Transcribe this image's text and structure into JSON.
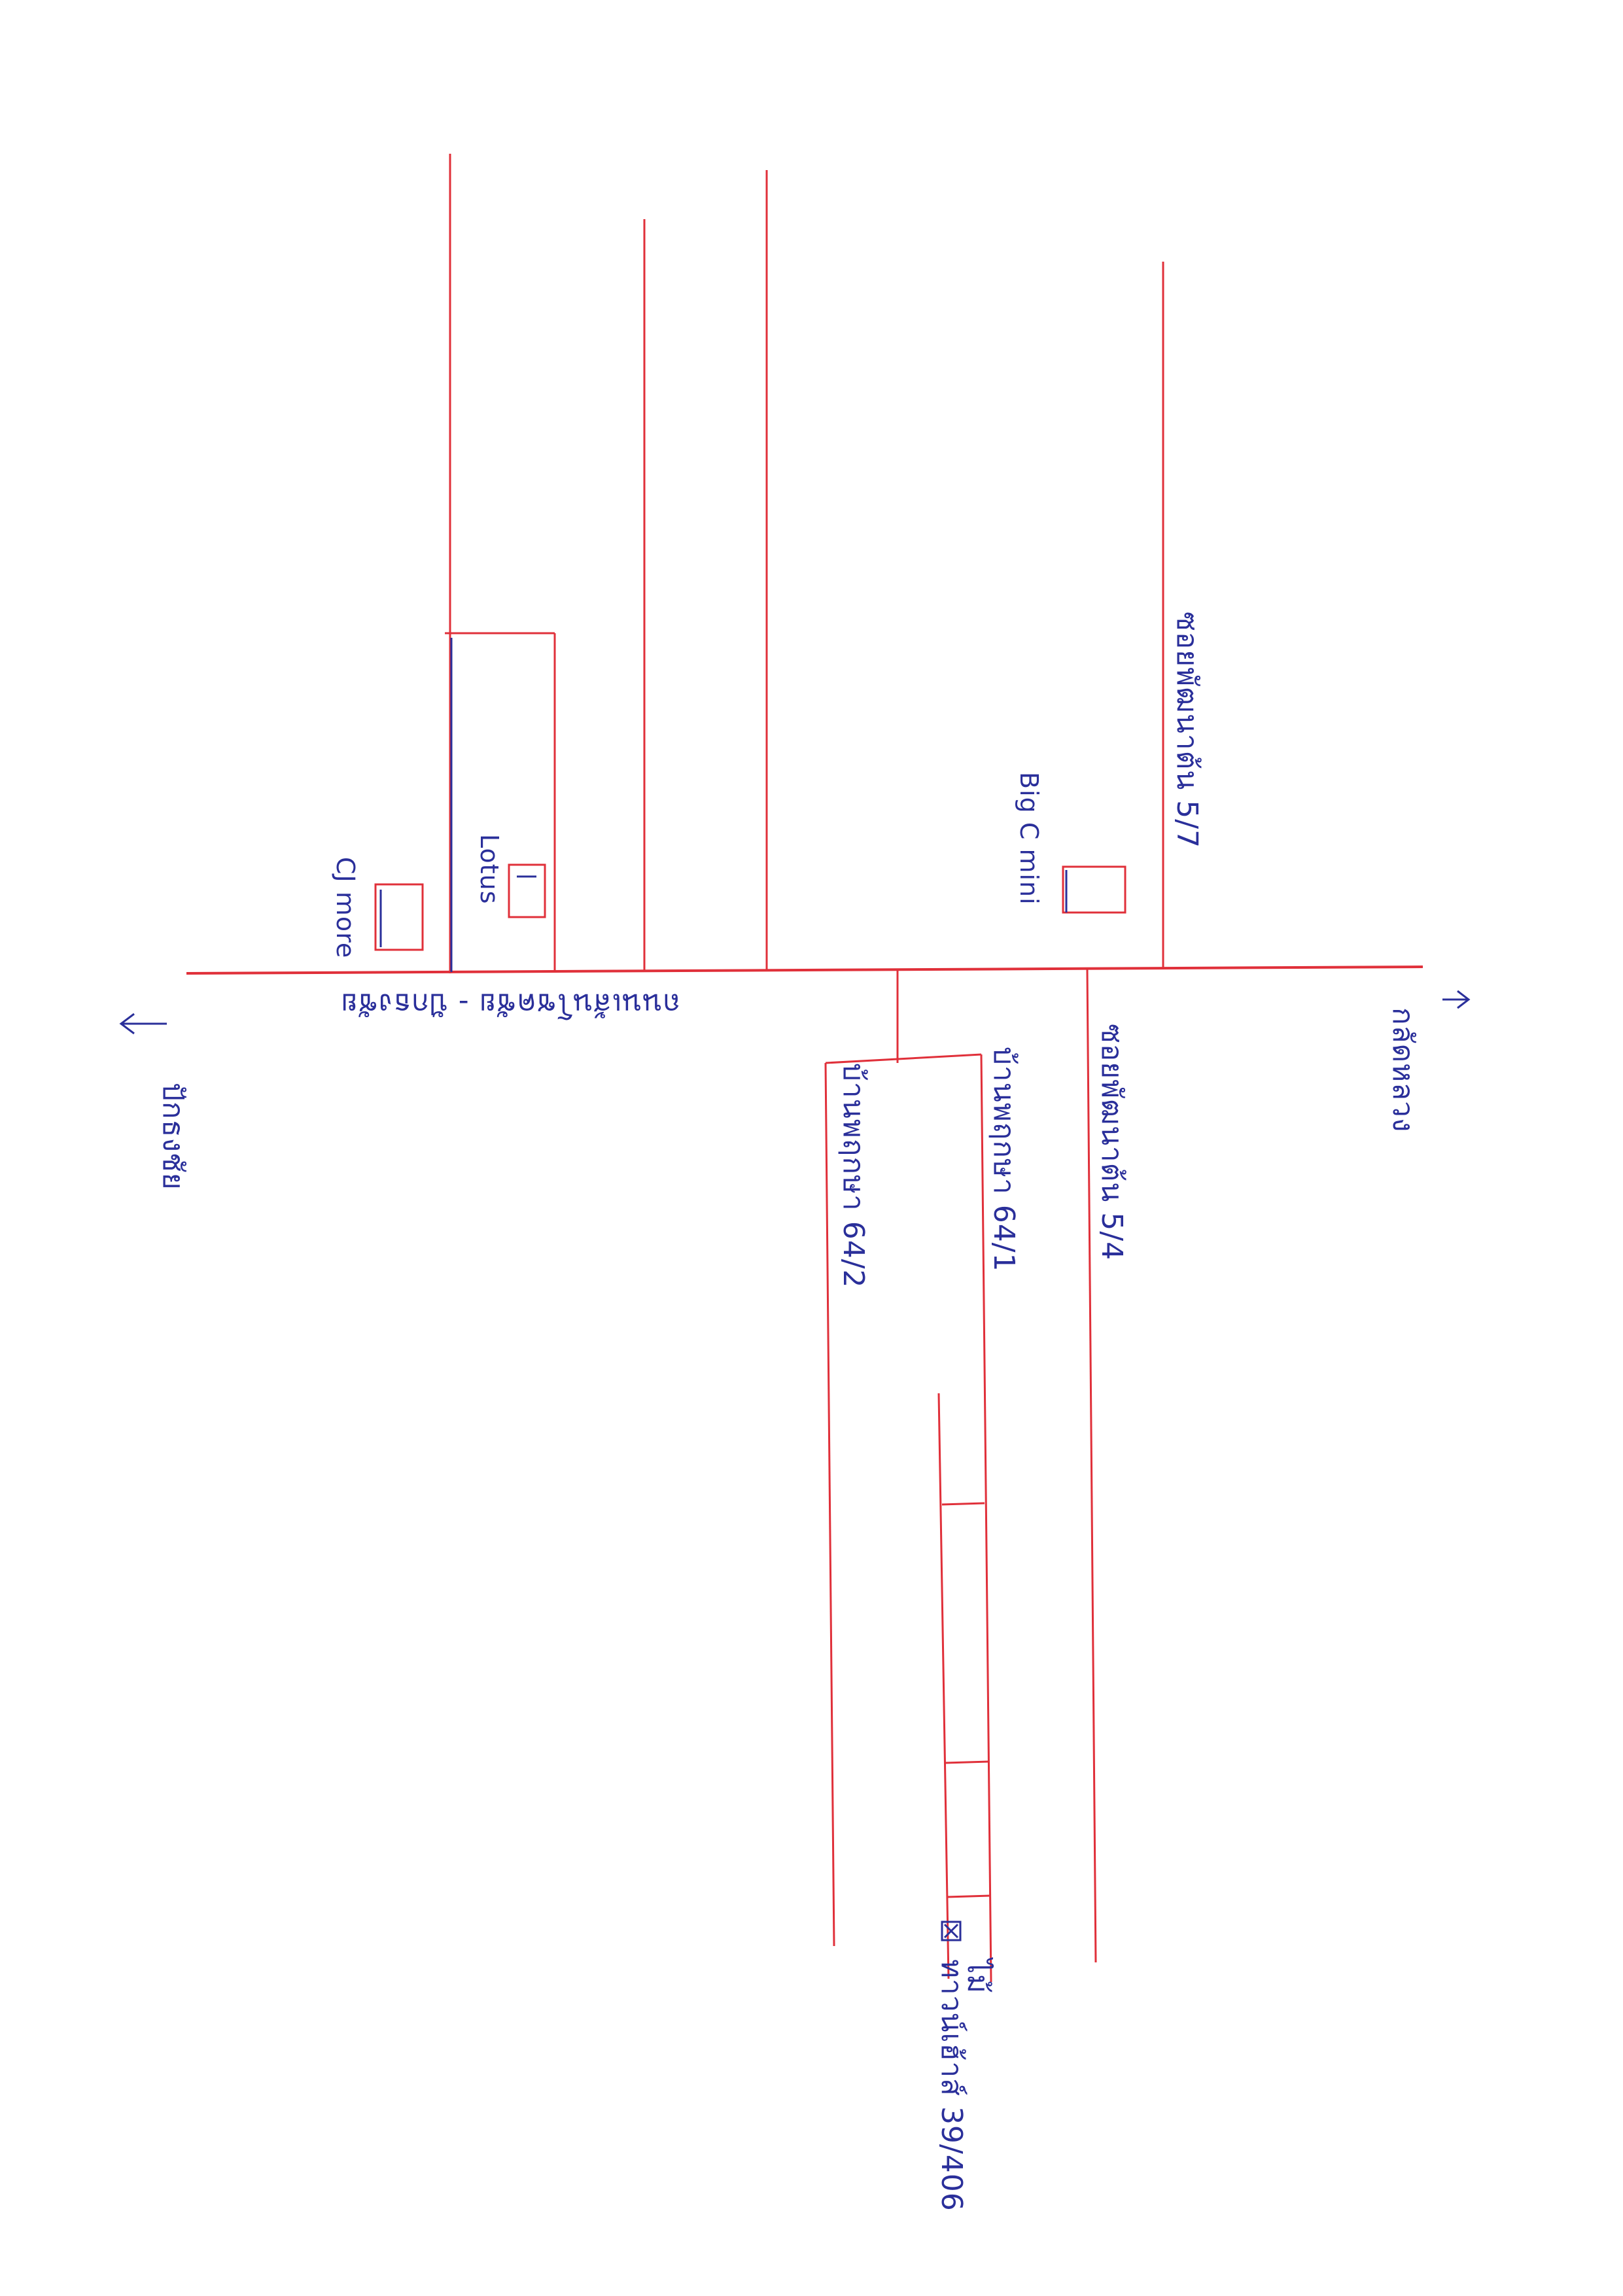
{
  "labels": {
    "north_top": "กลัดหลวง",
    "south_bottom": "ปักธงชัย",
    "main_road": "ถนนเส้นโชคชัย - ปักธงชัย",
    "soi_5_7": "ซอยพัฒนาต้น 5/7",
    "soi_5_4": "ซอยพัฒนาต้น 5/4",
    "big_c_mini": "Big C mini",
    "lotus": "Lotus",
    "cj_more": "CJ more",
    "house_64_1": "บ้านพฤกษา 64/1",
    "house_64_2": "บ้านพฤกษา 64/2",
    "target_house": "ทาวน์เฮ้าส์ 39/406",
    "target_prefix": "ไม้"
  },
  "colors": {
    "road": "#e0303a",
    "ink": "#2a2f9a",
    "paper": "#ffffff"
  },
  "icons": {
    "north_arrow": "arrow-right-icon",
    "south_arrow": "arrow-left-icon",
    "store_marker": "store-box-icon",
    "target_marker": "house-marker-icon"
  }
}
